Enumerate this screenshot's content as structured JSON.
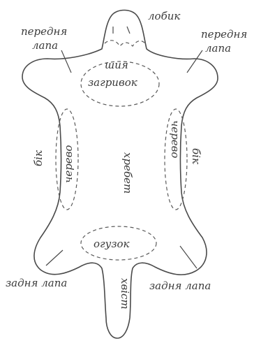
{
  "labels": {
    "forehead": "лобик",
    "front_paw_left": [
      "передня",
      "лапа"
    ],
    "front_paw_right": [
      "передня",
      "лапа"
    ],
    "neck": "шия",
    "nape": "загривок",
    "side_left": "бік",
    "side_right": "бік",
    "belly_left": "черево",
    "belly_right": "черево",
    "spine": "хребет",
    "rump": "огузок",
    "hind_paw_left": "задня лапа",
    "hind_paw_right": "задня лапа",
    "tail": "хвіст"
  },
  "colors": {
    "line": "#4a4a4a",
    "text": "#3a3a3a",
    "background": "#ffffff"
  }
}
